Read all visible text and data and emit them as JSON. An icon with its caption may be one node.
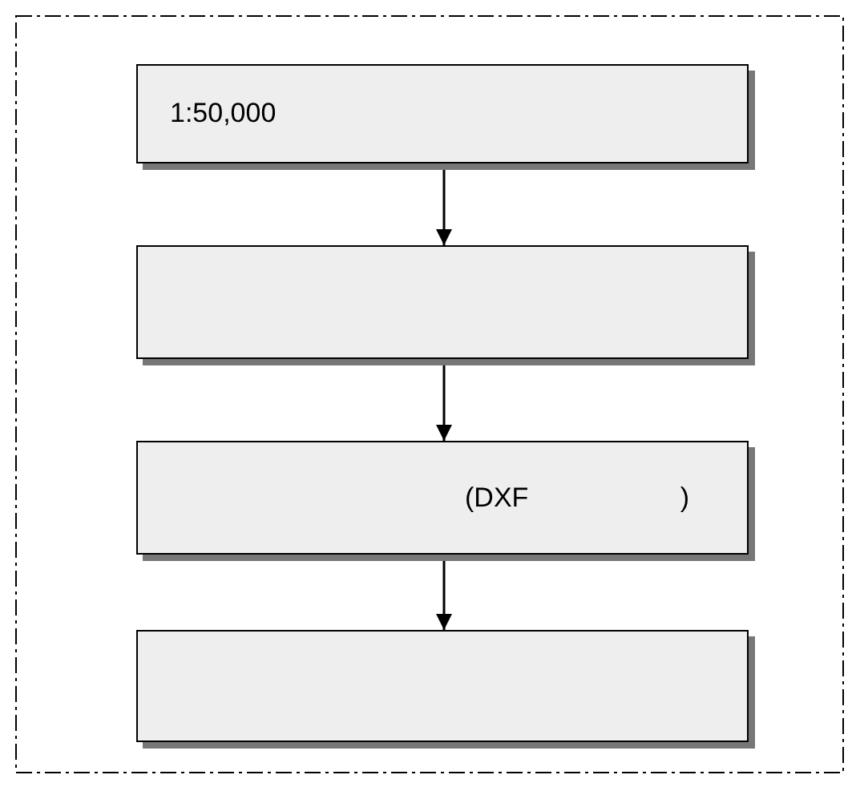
{
  "diagram": {
    "nodes": [
      {
        "text": [
          "1:50,000"
        ]
      },
      {
        "text": [],
        "shape": "box"
      },
      {
        "text": [
          "(DXF )"
        ]
      },
      {
        "text": [],
        "shape": "box"
      }
    ],
    "edges": [
      {
        "from": 0,
        "to": 1,
        "arrow": "to"
      },
      {
        "from": 1,
        "to": 2,
        "arrow": "to"
      },
      {
        "from": 2,
        "to": 3,
        "arrow": "to"
      }
    ]
  }
}
